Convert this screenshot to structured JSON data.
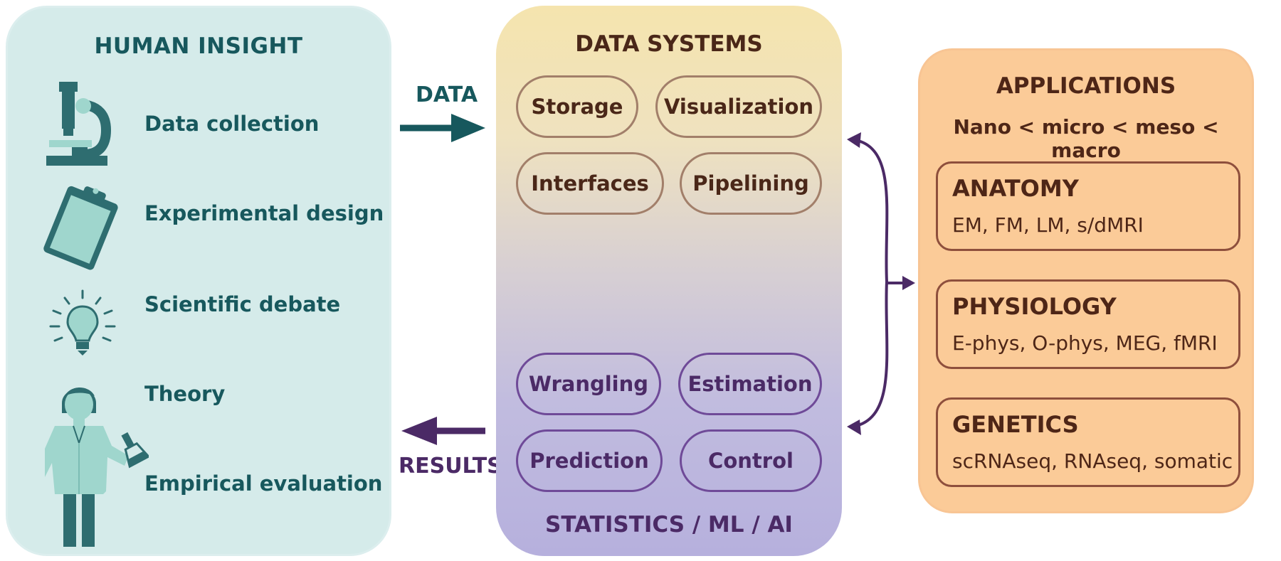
{
  "human_insight": {
    "title": "HUMAN INSIGHT",
    "items": [
      "Data collection",
      "Experimental design",
      "Scientific debate",
      "Theory",
      "Empirical evaluation"
    ],
    "icons": [
      "microscope-icon",
      "clipboard-icon",
      "lightbulb-icon",
      "scientist-icon"
    ]
  },
  "arrows": {
    "data_label": "DATA",
    "results_label": "RESULTS"
  },
  "data_systems": {
    "title": "DATA SYSTEMS",
    "top_pills": [
      "Storage",
      "Visualization",
      "Interfaces",
      "Pipelining"
    ],
    "bottom_pills": [
      "Wrangling",
      "Estimation",
      "Prediction",
      "Control"
    ],
    "footer": "STATISTICS / ML / AI"
  },
  "applications": {
    "title": "APPLICATIONS",
    "scale": "Nano < micro < meso < macro",
    "boxes": [
      {
        "heading": "ANATOMY",
        "detail": "EM, FM, LM, s/dMRI"
      },
      {
        "heading": "PHYSIOLOGY",
        "detail": "E-phys, O-phys, MEG, fMRI"
      },
      {
        "heading": "GENETICS",
        "detail": "scRNAseq, RNAseq, somatic"
      }
    ]
  },
  "colors": {
    "teal_dark": "#17585d",
    "teal_panel": "#d5ebea",
    "icon_teal": "#2e6d70",
    "icon_light": "#9fd6cd",
    "purple": "#4b2a66",
    "brown": "#4a2718",
    "orange_panel": "#fbcb98"
  }
}
